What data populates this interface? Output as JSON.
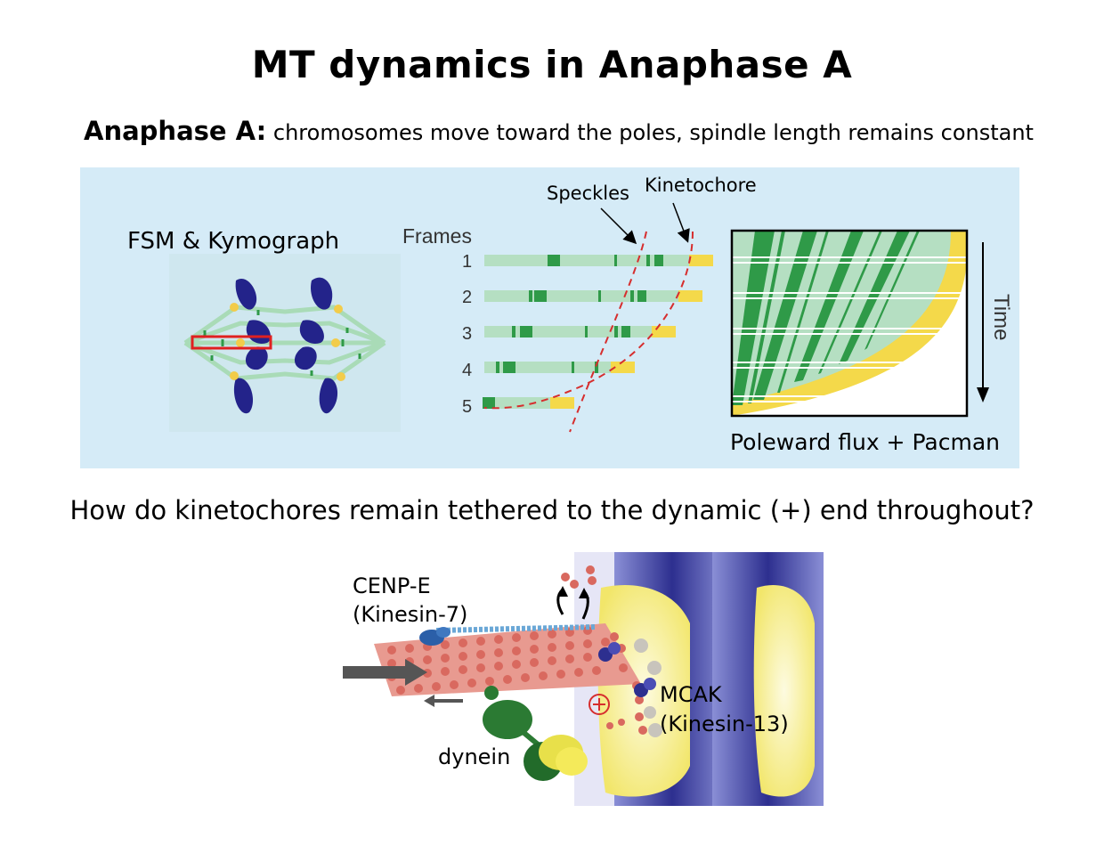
{
  "title": "MT dynamics in Anaphase A",
  "subtitle": {
    "lead": "Anaphase A:",
    "text": "chromosomes move toward the poles, spindle length remains constant"
  },
  "panel": {
    "fsm_label": "FSM & Kymograph",
    "frames_label": "Frames",
    "frame_numbers": [
      "1",
      "2",
      "3",
      "4",
      "5"
    ],
    "speckles_label": "Speckles",
    "kinetochore_label": "Kinetochore",
    "time_label": "Time",
    "kymograph_caption": "Poleward flux + Pacman"
  },
  "question": "How do kinetochores remain tethered to the dynamic (+) end throughout?",
  "motors": {
    "cenp_e_line1": "CENP-E",
    "cenp_e_line2": "(Kinesin-7)",
    "mcak_line1": "MCAK",
    "mcak_line2": "(Kinesin-13)",
    "dynein": "dynein",
    "plus_symbol": "+"
  },
  "colors": {
    "panel_bg": "#d5ebf7",
    "mt_light_green": "#b5dfc2",
    "mt_dark_green": "#2f9a48",
    "plus_end_yellow": "#f4d94a",
    "dashed_red": "#d62e2e",
    "chromosome_blue": "#23238a",
    "tubulin_red": "#d9695f",
    "kinetochore_purple": "#2d2f8f",
    "kinetochore_yellow": "#f7ef9a"
  }
}
